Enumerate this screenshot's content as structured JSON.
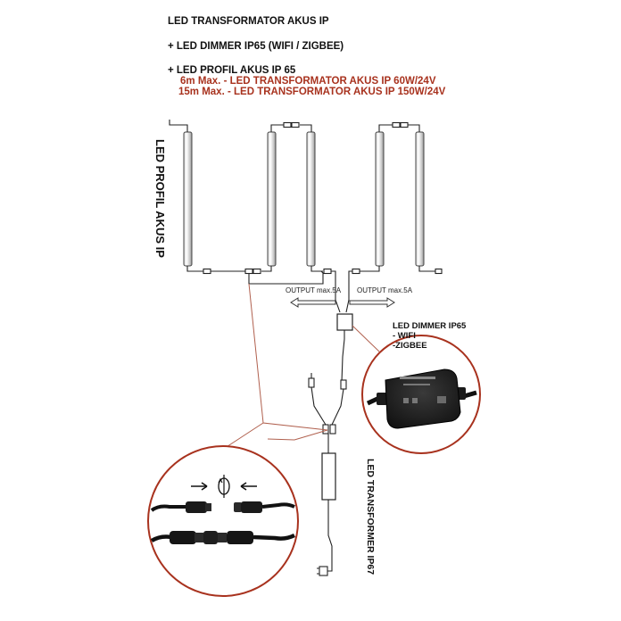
{
  "header": {
    "line1": "LED TRANSFORMATOR AKUS IP",
    "line2": "+ LED DIMMER IP65 (WIFI / ZIGBEE)",
    "line3": "+ LED PROFIL AKUS IP 65",
    "line4": "6m Max. - LED TRANSFORMATOR AKUS IP 60W/24V",
    "line5": "15m Max. - LED TRANSFORMATOR AKUS IP 150W/24V"
  },
  "labels": {
    "profile": "LED PROFIL AKUS IP",
    "output_left": "OUTPUT max.5A",
    "output_right": "OUTPUT max.5A",
    "dimmer_title": "LED DIMMER IP65",
    "dimmer_wifi": "- WIFI",
    "dimmer_zigbee": "-ZIGBEE",
    "transformer": "LED TRANSFORMER IP67"
  },
  "colors": {
    "accent_red": "#a8321e",
    "callout_line": "#b0604e",
    "wire": "#222222"
  }
}
